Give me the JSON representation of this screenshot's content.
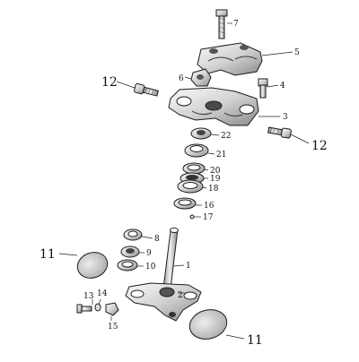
{
  "diagram": {
    "type": "exploded parts diagram (steering stem / triple clamp assembly)",
    "callouts": [
      {
        "id": "c7",
        "label": "7"
      },
      {
        "id": "c5",
        "label": "5"
      },
      {
        "id": "c6",
        "label": "6"
      },
      {
        "id": "c4",
        "label": "4"
      },
      {
        "id": "c12a",
        "label": "12"
      },
      {
        "id": "c3",
        "label": "3"
      },
      {
        "id": "c22",
        "label": "22"
      },
      {
        "id": "c12b",
        "label": "12"
      },
      {
        "id": "c21",
        "label": "21"
      },
      {
        "id": "c20",
        "label": "20"
      },
      {
        "id": "c19",
        "label": "19"
      },
      {
        "id": "c18",
        "label": "18"
      },
      {
        "id": "c16",
        "label": "16"
      },
      {
        "id": "c17",
        "label": "17"
      },
      {
        "id": "c8",
        "label": "8"
      },
      {
        "id": "c9",
        "label": "9"
      },
      {
        "id": "c11a",
        "label": "11"
      },
      {
        "id": "c10",
        "label": "10"
      },
      {
        "id": "c1",
        "label": "1"
      },
      {
        "id": "c13",
        "label": "13"
      },
      {
        "id": "c14",
        "label": "14"
      },
      {
        "id": "c2",
        "label": "2"
      },
      {
        "id": "c15",
        "label": "15"
      },
      {
        "id": "c11b",
        "label": "11"
      }
    ]
  }
}
